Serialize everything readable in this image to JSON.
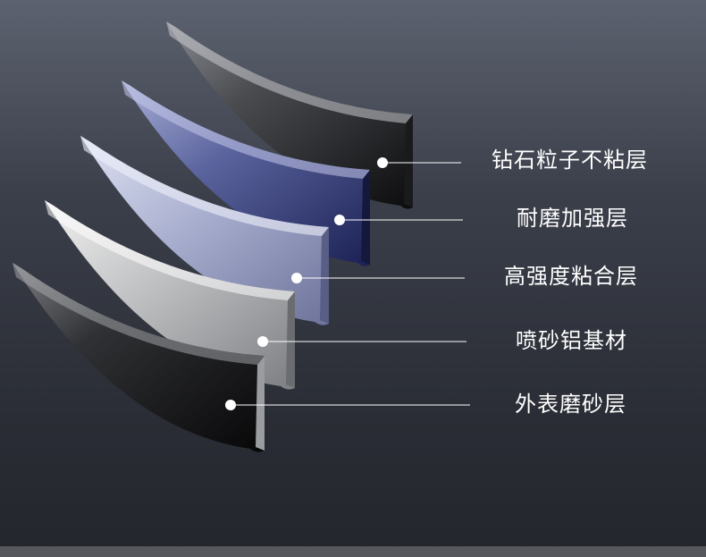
{
  "layers": [
    {
      "key": "diamond",
      "label": "钻石粒子不粘层"
    },
    {
      "key": "wear",
      "label": "耐磨加强层"
    },
    {
      "key": "bond",
      "label": "高强度粘合层"
    },
    {
      "key": "base",
      "label": "喷砂铝基材"
    },
    {
      "key": "outer",
      "label": "外表磨砂层"
    }
  ]
}
